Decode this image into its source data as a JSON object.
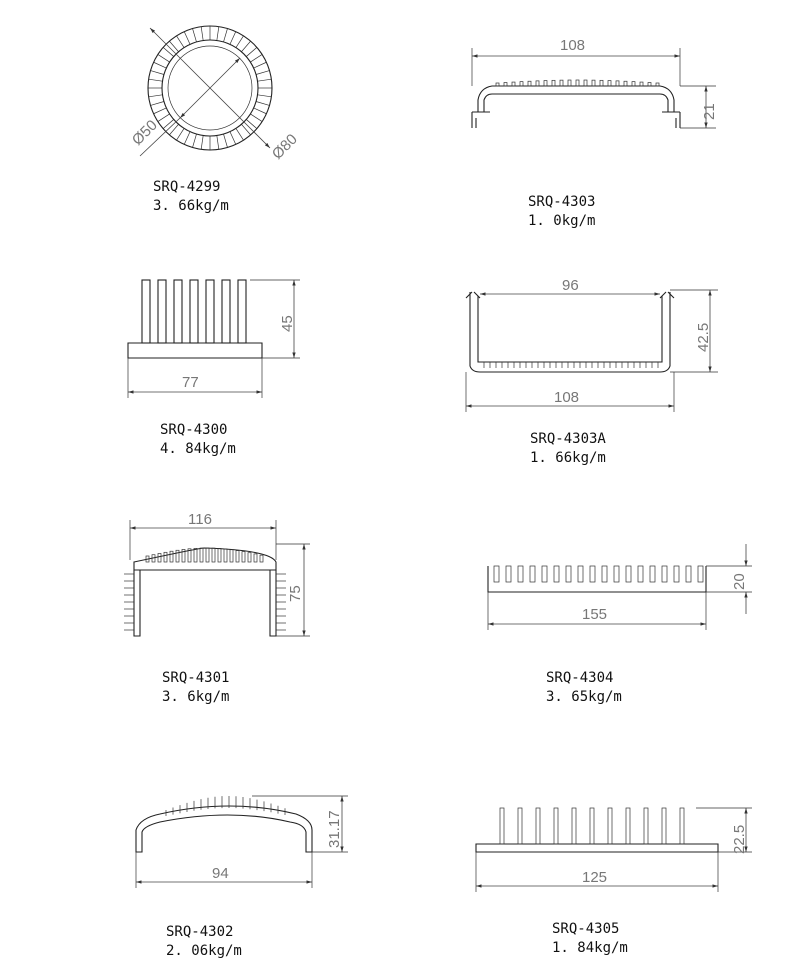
{
  "profiles": [
    {
      "code": "SRQ-4299",
      "weight": "3. 66kg/m",
      "dims": [
        "Ø50",
        "Ø80"
      ]
    },
    {
      "code": "SRQ-4303",
      "weight": "1. 0kg/m",
      "dims": [
        "108",
        "21"
      ]
    },
    {
      "code": "SRQ-4300",
      "weight": "4. 84kg/m",
      "dims": [
        "45",
        "77"
      ]
    },
    {
      "code": "SRQ-4303A",
      "weight": "1. 66kg/m",
      "dims": [
        "96",
        "42.5",
        "108"
      ]
    },
    {
      "code": "SRQ-4301",
      "weight": "3. 6kg/m",
      "dims": [
        "116",
        "75"
      ]
    },
    {
      "code": "SRQ-4304",
      "weight": "3. 65kg/m",
      "dims": [
        "20",
        "155"
      ]
    },
    {
      "code": "SRQ-4302",
      "weight": "2. 06kg/m",
      "dims": [
        "31.17",
        "94"
      ]
    },
    {
      "code": "SRQ-4305",
      "weight": "1. 84kg/m",
      "dims": [
        "22.5",
        "125"
      ]
    }
  ]
}
